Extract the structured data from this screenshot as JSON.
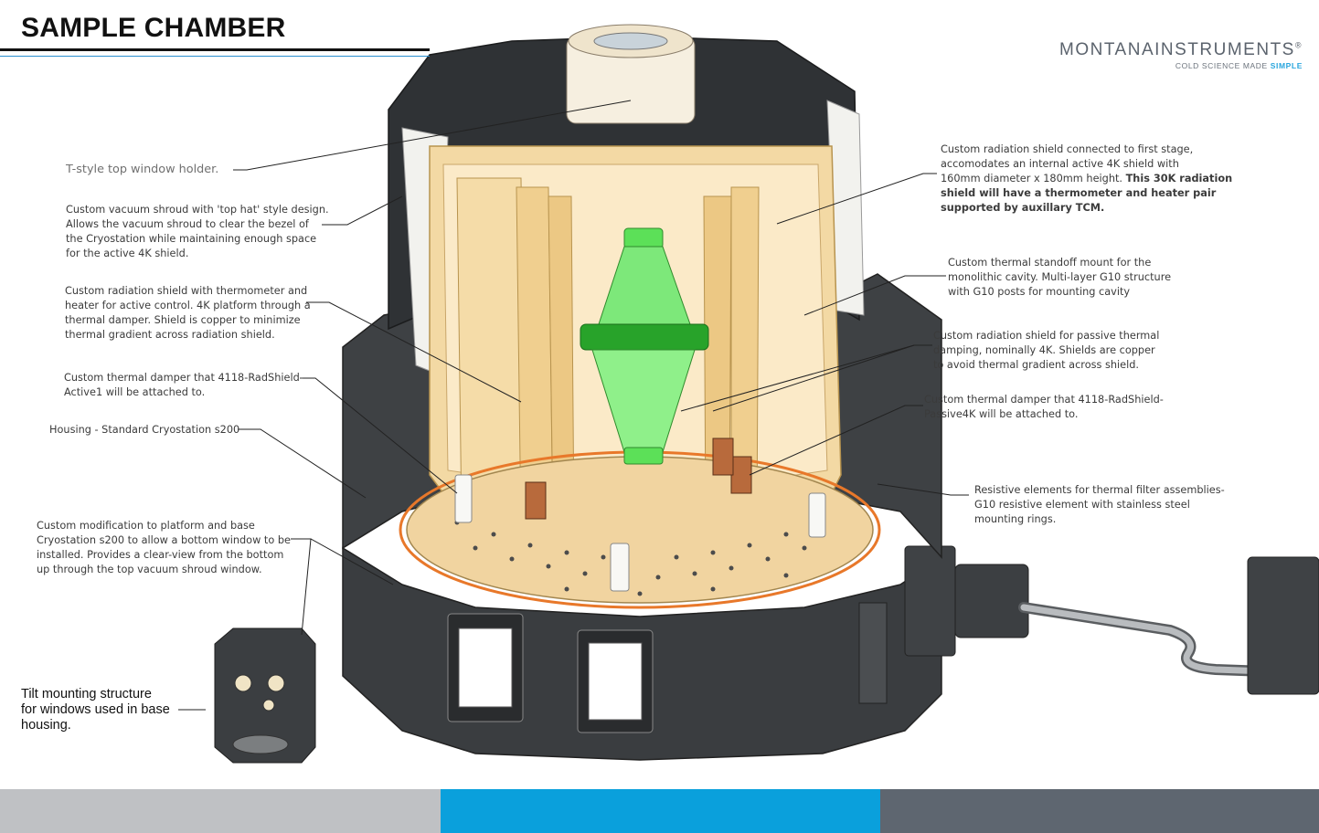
{
  "title": "SAMPLE CHAMBER",
  "logo": {
    "name_a": "MONTANA",
    "name_b": "INSTRUMENTS",
    "trademark": "®",
    "tagline_a": "COLD SCIENCE MADE ",
    "tagline_b": "SIMPLE"
  },
  "notes": {
    "top_window": "T-style top window holder.",
    "vacuum_shroud": [
      "Custom vacuum shroud with 'top hat' style design.",
      "Allows the vacuum shroud to clear the bezel of",
      "the Cryostation while maintaining enough space",
      "for the active 4K shield."
    ],
    "active_shield": [
      "Custom radiation shield with thermometer and",
      "heater for active control. 4K platform through a",
      "thermal damper. Shield is copper to minimize",
      "thermal gradient across radiation shield."
    ],
    "damper_active": [
      "Custom thermal damper that 4118-RadShield-",
      "Active1 will be attached to."
    ],
    "housing": "Housing - Standard Cryostation s200",
    "platform_mod": [
      "Custom modification to platform and base",
      "Cryostation s200 to allow a bottom window to be",
      "installed. Provides a clear-view from the bottom",
      "up through the top vacuum shroud window."
    ],
    "tilt_mount": [
      "Tilt mounting structure",
      "for windows used in base",
      "housing."
    ],
    "shield_30k": [
      "Custom radiation shield connected to first stage,",
      "accomodates an internal active 4K shield with",
      "160mm diameter x 180mm height. "
    ],
    "shield_30k_bold": [
      "This 30K radiation",
      "shield will have a thermometer and heater pair",
      "supported by auxillary TCM."
    ],
    "standoff": [
      "Custom thermal standoff mount for the",
      "monolithic cavity. Multi-layer G10 structure",
      "with G10 posts for mounting cavity"
    ],
    "passive_shield": [
      "Custom radiation shield for passive thermal",
      "damping, nominally 4K. Shields are copper",
      "to avoid thermal gradient across shield."
    ],
    "damper_passive": [
      "Custom thermal damper that 4118-RadShield-",
      "Passive4K will be attached to."
    ],
    "resistive": [
      "Resistive elements for thermal filter assemblies-",
      "G10 resistive element with stainless steel",
      "mounting rings."
    ]
  },
  "colors": {
    "footer_left": "#bfc1c4",
    "footer_mid": "#0aa0dc",
    "footer_right": "#5e6670",
    "copper": "#f3d9a4",
    "cavity": "#7de87a",
    "shell": "#3a3d40"
  }
}
